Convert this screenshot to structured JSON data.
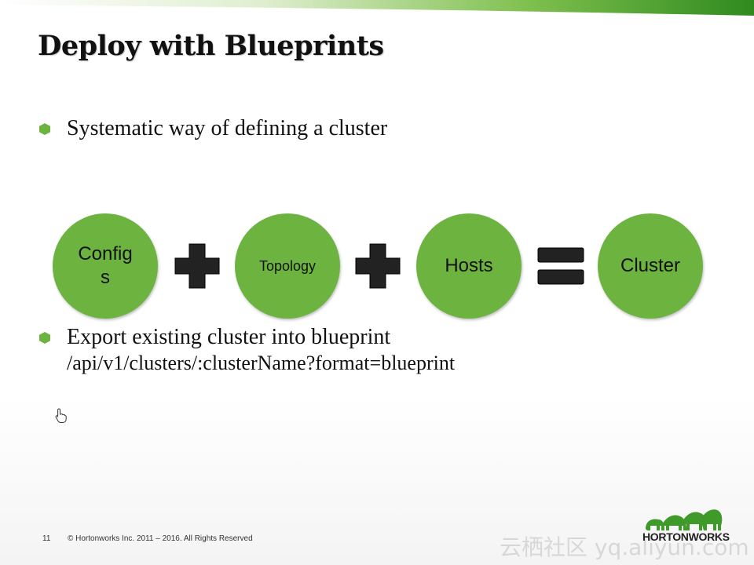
{
  "slide": {
    "title": "Deploy with Blueprints",
    "bullets": [
      {
        "text": "Systematic way of defining a cluster"
      },
      {
        "text": "Export existing cluster into blueprint",
        "sub": "/api/v1/clusters/:clusterName?format=blueprint"
      }
    ],
    "equation": {
      "terms": [
        "Configs",
        "Topology",
        "Hosts",
        "Cluster"
      ],
      "operators": [
        "plus-icon",
        "plus-icon",
        "equals-icon"
      ]
    },
    "footer": {
      "page_number": "11",
      "copyright": "© Hortonworks Inc. 2011 – 2016. All Rights Reserved"
    },
    "logo": {
      "text": "HORTONWORKS"
    },
    "watermark": "云栖社区 yq.aliyun.com"
  },
  "colors": {
    "accent_green": "#6cb33f",
    "dark_green": "#2e7d1a",
    "operator": "#222222",
    "text": "#111111"
  }
}
